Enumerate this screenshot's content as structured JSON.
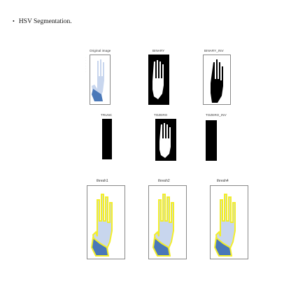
{
  "section": {
    "bullet": "•",
    "title": "HSV Segmentation."
  },
  "grid": {
    "row1_labels": [
      "Original image",
      "BINARY",
      "BINARY_INV"
    ],
    "row2_labels": [
      "TRUNC",
      "TOZERO",
      "TOZERO_INV"
    ]
  },
  "bottom": {
    "labels": [
      "thresh1",
      "thresh2",
      "thresh4"
    ]
  },
  "colors": {
    "hand_blue": "#4a78b8",
    "glove_pale": "#c8d6ee",
    "glow_yellow": "#f3ee2a",
    "black": "#000000",
    "white": "#ffffff"
  }
}
